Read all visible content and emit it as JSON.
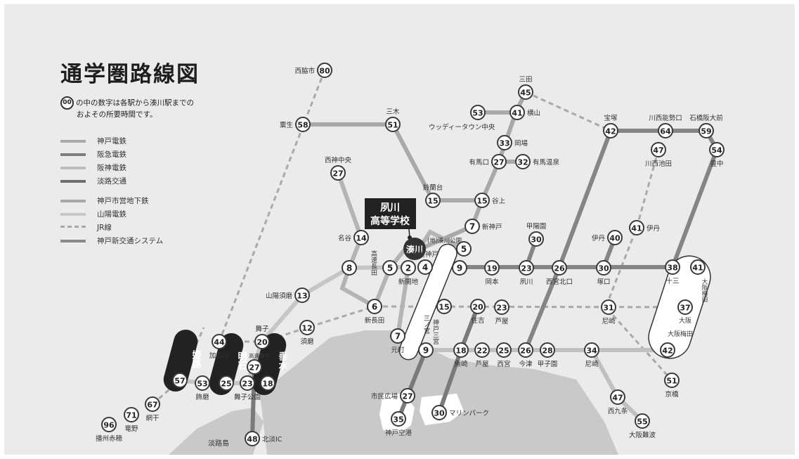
{
  "title": "通学圏路線図",
  "note": {
    "badge": "00",
    "line1": "の中の数字は各駅から湊川駅までの",
    "line2": "およその所要時間です。"
  },
  "legend": [
    {
      "label": "神戸電鉄",
      "color": "#a9a9a9",
      "dashed": false
    },
    {
      "label": "阪急電鉄",
      "color": "#7f7f7f",
      "dashed": false
    },
    {
      "label": "阪神電鉄",
      "color": "#bdbdbd",
      "dashed": false
    },
    {
      "label": "淡路交通",
      "color": "#707070",
      "dashed": false
    },
    {
      "label": "神戸市営地下鉄",
      "color": "#a9a9a9",
      "dashed": false
    },
    {
      "label": "山陽電鉄",
      "color": "#c6c6c6",
      "dashed": false
    },
    {
      "label": "JR線",
      "color": "#a7a7a7",
      "dashed": true
    },
    {
      "label": "神戸新交通システム",
      "color": "#8a8a8a",
      "dashed": false
    }
  ],
  "school": {
    "line1": "夙川",
    "line2": "高等学校"
  },
  "hub": {
    "label": "湊川",
    "sublabel": "(地)湊川公園"
  },
  "stations": [
    {
      "t": "80",
      "n": "西脇市",
      "s": "l"
    },
    {
      "t": "58",
      "n": "粟生",
      "s": "l"
    },
    {
      "t": "51",
      "n": "三木",
      "s": "t"
    },
    {
      "t": "45",
      "n": "三田",
      "s": "t"
    },
    {
      "t": "53",
      "n": "",
      "s": "r"
    },
    {
      "t": "41",
      "n": "横山",
      "s": "r"
    },
    {
      "t": "33",
      "n": "岡場",
      "s": "r"
    },
    {
      "t": "27",
      "n": "有馬口",
      "s": "l"
    },
    {
      "t": "32",
      "n": "有馬温泉",
      "s": "r"
    },
    {
      "t": "15",
      "n": "鈴蘭台",
      "s": "t"
    },
    {
      "t": "15",
      "n": "谷上",
      "s": "r"
    },
    {
      "t": "7",
      "n": "新神戸",
      "s": "r"
    },
    {
      "t": "27",
      "n": "西神中央",
      "s": "t"
    },
    {
      "t": "14",
      "n": "名谷",
      "s": "l"
    },
    {
      "t": "42",
      "n": "宝塚",
      "s": "t"
    },
    {
      "t": "64",
      "n": "川西能勢口",
      "s": "t"
    },
    {
      "t": "59",
      "n": "石橋阪大前",
      "s": "t"
    },
    {
      "t": "54",
      "n": "豊中",
      "s": "b"
    },
    {
      "t": "47",
      "n": "川西池田",
      "s": "b"
    },
    {
      "t": "41",
      "n": "伊丹",
      "s": "r"
    },
    {
      "t": "40",
      "n": "伊丹",
      "s": "l"
    },
    {
      "t": "30",
      "n": "甲陽園",
      "s": "t"
    },
    {
      "t": "8",
      "n": "",
      "s": "l"
    },
    {
      "t": "5",
      "n": "",
      "s": "t"
    },
    {
      "t": "2",
      "n": "新開地",
      "s": "b"
    },
    {
      "t": "4",
      "n": "高速神戸",
      "s": "t"
    },
    {
      "t": "9",
      "n": "",
      "s": "r"
    },
    {
      "t": "19",
      "n": "岡本",
      "s": "b"
    },
    {
      "t": "23",
      "n": "夙川",
      "s": "b"
    },
    {
      "t": "26",
      "n": "西宮北口",
      "s": "b"
    },
    {
      "t": "30",
      "n": "塚口",
      "s": "b"
    },
    {
      "t": "38",
      "n": "十三",
      "s": "b"
    },
    {
      "t": "41",
      "n": "",
      "s": "r"
    },
    {
      "t": "13",
      "n": "山陽須磨",
      "s": "l"
    },
    {
      "t": "6",
      "n": "新長田",
      "s": "b"
    },
    {
      "t": "5",
      "n": "",
      "s": "r"
    },
    {
      "t": "15",
      "n": "",
      "s": "r"
    },
    {
      "t": "20",
      "n": "住吉",
      "s": "b"
    },
    {
      "t": "23",
      "n": "芦屋",
      "s": "b"
    },
    {
      "t": "31",
      "n": "尼崎",
      "s": "b"
    },
    {
      "t": "37",
      "n": "",
      "s": "r"
    },
    {
      "t": "12",
      "n": "須磨",
      "s": "b"
    },
    {
      "t": "7",
      "n": "元町",
      "s": "b"
    },
    {
      "t": "9",
      "n": "",
      "s": "r"
    },
    {
      "t": "18",
      "n": "魚崎",
      "s": "b"
    },
    {
      "t": "22",
      "n": "芦屋",
      "s": "b"
    },
    {
      "t": "25",
      "n": "西宮",
      "s": "b"
    },
    {
      "t": "26",
      "n": "今津",
      "s": "b"
    },
    {
      "t": "28",
      "n": "甲子園",
      "s": "b"
    },
    {
      "t": "34",
      "n": "尼崎",
      "s": "b"
    },
    {
      "t": "42",
      "n": "",
      "s": "r"
    },
    {
      "t": "51",
      "n": "京橋",
      "s": "b"
    },
    {
      "t": "44",
      "n": "加古川",
      "s": "b"
    },
    {
      "t": "20",
      "n": "舞子",
      "s": "t"
    },
    {
      "t": "27",
      "n": "",
      "s": "r"
    },
    {
      "t": "53",
      "n": "飾磨",
      "s": "b"
    },
    {
      "t": "23",
      "n": "舞子公園",
      "s": "b"
    },
    {
      "t": "57",
      "n": "",
      "s": "r"
    },
    {
      "t": "25",
      "n": "",
      "s": "r"
    },
    {
      "t": "18",
      "n": "",
      "s": "r"
    },
    {
      "t": "67",
      "n": "網干",
      "s": "b"
    },
    {
      "t": "71",
      "n": "竜野",
      "s": "b"
    },
    {
      "t": "96",
      "n": "播州赤穂",
      "s": "b"
    },
    {
      "t": "48",
      "n": "北淡IC",
      "s": "r"
    },
    {
      "t": "27",
      "n": "市民広場",
      "s": "l"
    },
    {
      "t": "35",
      "n": "神戸空港",
      "s": "b"
    },
    {
      "t": "30",
      "n": "マリンパーク",
      "s": "r"
    },
    {
      "t": "47",
      "n": "西九条",
      "s": "b"
    },
    {
      "t": "55",
      "n": "大阪難波",
      "s": "b"
    }
  ],
  "labels": {
    "wuddy": "ウッディータウン中央",
    "kosoku_nagata": "高速長田",
    "kaiwa": "高速舞子",
    "sannomiya": "三ノ宮",
    "kobe_sannomiya": "神戸三宮",
    "osaka_umeda": "大阪梅田",
    "osaka": "大阪",
    "osaka_umeda2": "大阪梅田",
    "awajishima": "淡路島",
    "himeji": "姫路",
    "akashi": "明石",
    "tarumi": "垂水"
  }
}
